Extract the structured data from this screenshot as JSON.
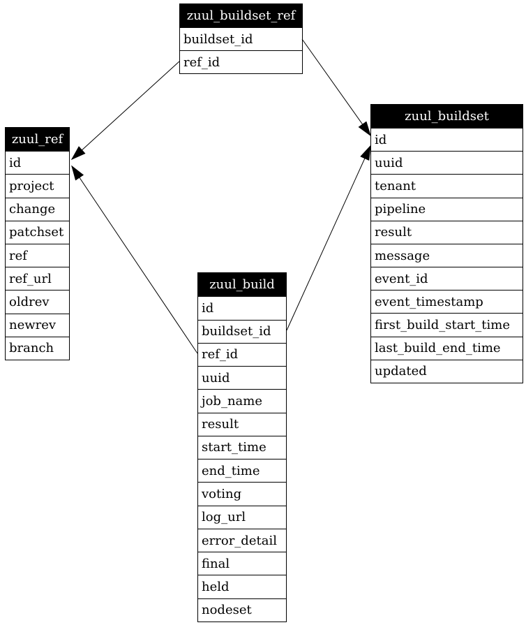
{
  "diagram": {
    "background_color": "#ffffff",
    "line_color": "#000000",
    "header_bg_color": "#000000",
    "header_text_color": "#ffffff",
    "tables": [
      {
        "name": "zuul_buildset_ref",
        "columns": [
          "buildset_id",
          "ref_id"
        ]
      },
      {
        "name": "zuul_ref",
        "columns": [
          "id",
          "project",
          "change",
          "patchset",
          "ref",
          "ref_url",
          "oldrev",
          "newrev",
          "branch"
        ]
      },
      {
        "name": "zuul_buildset",
        "columns": [
          "id",
          "uuid",
          "tenant",
          "pipeline",
          "result",
          "message",
          "event_id",
          "event_timestamp",
          "first_build_start_time",
          "last_build_end_time",
          "updated"
        ]
      },
      {
        "name": "zuul_build",
        "columns": [
          "id",
          "buildset_id",
          "ref_id",
          "uuid",
          "job_name",
          "result",
          "start_time",
          "end_time",
          "voting",
          "log_url",
          "error_detail",
          "final",
          "held",
          "nodeset"
        ]
      }
    ],
    "relations": [
      {
        "from": "zuul_buildset_ref.ref_id",
        "to": "zuul_ref.id"
      },
      {
        "from": "zuul_buildset_ref.buildset_id",
        "to": "zuul_buildset.id"
      },
      {
        "from": "zuul_build.ref_id",
        "to": "zuul_ref.id"
      },
      {
        "from": "zuul_build.buildset_id",
        "to": "zuul_buildset.id"
      }
    ]
  }
}
